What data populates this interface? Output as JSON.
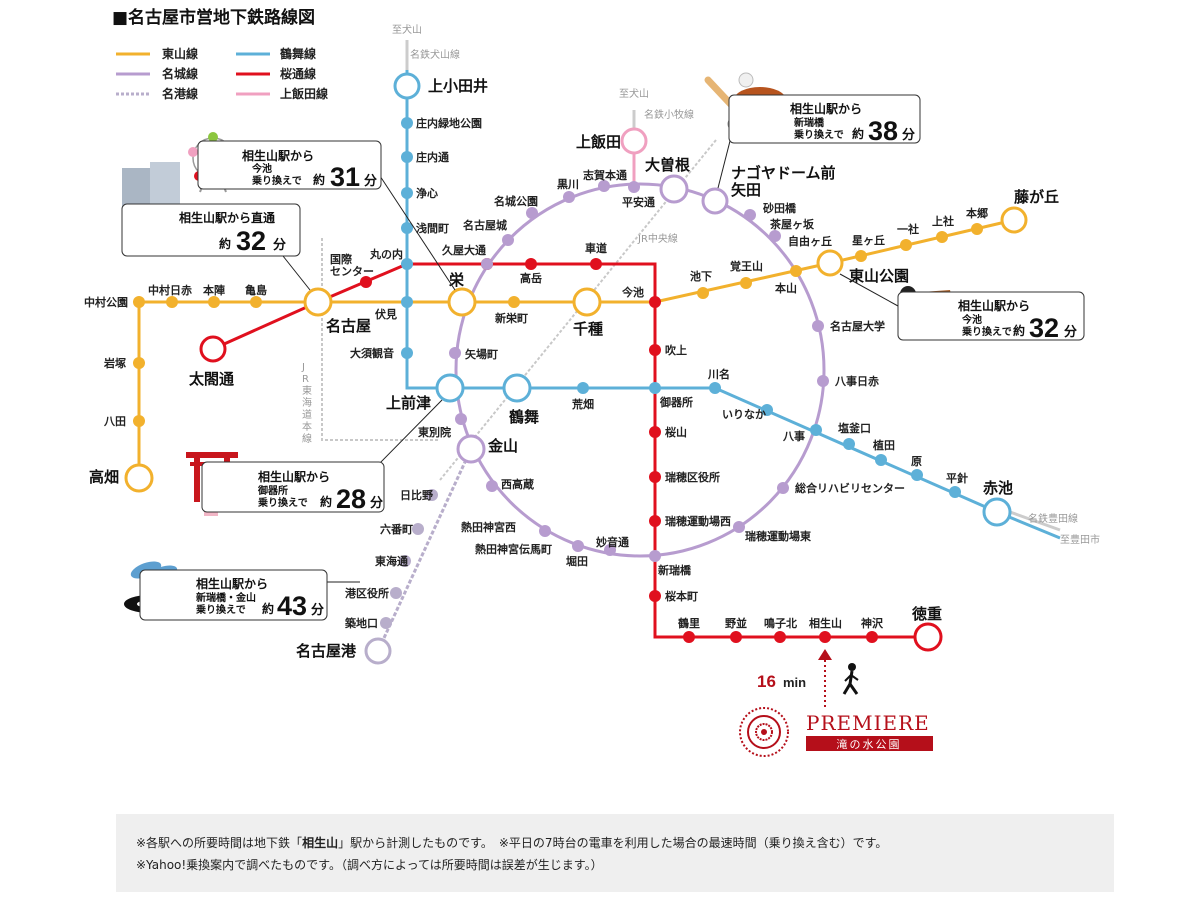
{
  "title": "■名古屋市営地下鉄路線図",
  "colors": {
    "higashiyama": "#f2b12d",
    "meijo": "#b79ccf",
    "meiko": "#b8aecb",
    "tsurumai": "#5db0d8",
    "sakuradori": "#e0101e",
    "kamiiida": "#f0a0c0"
  },
  "legend": [
    {
      "label": "東山線",
      "color": "#f2b12d",
      "style": "solid"
    },
    {
      "label": "鶴舞線",
      "color": "#5db0d8",
      "style": "solid"
    },
    {
      "label": "名城線",
      "color": "#b79ccf",
      "style": "solid"
    },
    {
      "label": "桜通線",
      "color": "#e0101e",
      "style": "solid"
    },
    {
      "label": "名港線",
      "color": "#b8aecb",
      "style": "dashed"
    },
    {
      "label": "上飯田線",
      "color": "#f0a0c0",
      "style": "solid"
    }
  ],
  "major_stations": {
    "kamiotai": "上小田井",
    "kamiiida": "上飯田",
    "ozone": "大曽根",
    "nagoyadome": "ナゴヤドーム前",
    "yada": "矢田",
    "fujigaoka": "藤が丘",
    "higashiyamakoen": "東山公園",
    "nagoya": "名古屋",
    "sakae": "栄",
    "chikusa": "千種",
    "taikodori": "太閤通",
    "kamimaezu": "上前津",
    "tsurumai": "鶴舞",
    "kanayama": "金山",
    "takabata": "高畑",
    "akaike": "赤池",
    "nagoyako": "名古屋港",
    "tokushige": "徳重"
  },
  "stations": {
    "shonairyokuchi": "庄内緑地公園",
    "shonaidori": "庄内通",
    "joshin": "浄心",
    "sengencho": "浅間町",
    "marunouchi": "丸の内",
    "kokusai": "国際\nセンター",
    "fushimi": "伏見",
    "osukannon": "大須観音",
    "nakamurakoen": "中村公園",
    "nakamuranisseki": "中村日赤",
    "honjin": "本陣",
    "kamejima": "亀島",
    "iwatsuka": "岩塚",
    "hatta": "八田",
    "shinsakaemachi": "新栄町",
    "imaike": "今池",
    "ikeshita": "池下",
    "kakuozan": "覚王山",
    "motoyama": "本山",
    "hoshigaoka": "星ヶ丘",
    "issha": "一社",
    "kamiyashiro": "上社",
    "hongo": "本郷",
    "hisayaodori": "久屋大通",
    "takaoka": "高岳",
    "kurumamichi": "車道",
    "shiyakusho": "名古屋城",
    "meijokoen": "名城公園",
    "kurokawa": "黒川",
    "shigahondori": "志賀本通",
    "heiandori": "平安通",
    "sunadabashi": "砂田橋",
    "chayagasaka": "茶屋ヶ坂",
    "jiyugaoka": "自由ヶ丘",
    "nagoyadaigaku": "名古屋大学",
    "yagotonisseki": "八事日赤",
    "yagoto": "八事",
    "sogorihabiri": "総合リハビリセンター",
    "mizuhoundojohigashi": "瑞穂運動場東",
    "aratama": "新瑞橋",
    "myoondori": "妙音通",
    "horita": "堀田",
    "denmacho": "熱田神宮伝馬町",
    "jingunishi": "熱田神宮西",
    "nishitakakura": "西高蔵",
    "yabacho": "矢場町",
    "higashibetsuin": "東別院",
    "fukiage": "吹上",
    "gokiso": "御器所",
    "sakurayama": "桜山",
    "mizuhokuyakusho": "瑞穂区役所",
    "mizuhoundojonishi": "瑞穂運動場西",
    "sakuramotomachi": "桜本町",
    "tsurusato": "鶴里",
    "nonami": "野並",
    "narukokita": "鳴子北",
    "aioiyama": "相生山",
    "kamisawa": "神沢",
    "arahata": "荒畑",
    "kawana": "川名",
    "irinaka": "いりなか",
    "shiogamaguchi": "塩釜口",
    "ueda": "植田",
    "hara": "原",
    "hirabari": "平針",
    "hibino": "日比野",
    "rokubancho": "六番町",
    "tokai": "東海通",
    "minatokuyakusho": "港区役所",
    "tsukijiguchi": "築地口"
  },
  "external": {
    "inuyama_top": "至犬山",
    "meitetsu_inuyama": "名鉄犬山線",
    "inuyama_komaki": "至犬山",
    "meitetsu_komaki": "名鉄小牧線",
    "jr_chuo": "JR中央線",
    "jr_tokaido": "JR東海道本線",
    "meitetsu_toyota": "名鉄豊田線",
    "toyotashi": "至豊田市"
  },
  "callouts": [
    {
      "from": "相生山駅から",
      "via1": "今池",
      "via2": "乗り換えで",
      "prefix": "約",
      "minutes": "31",
      "unit": "分"
    },
    {
      "from": "相生山駅から直通",
      "prefix": "約",
      "minutes": "32",
      "unit": "分"
    },
    {
      "from": "相生山駅から",
      "via1": "新瑞橋",
      "via2": "乗り換えで",
      "prefix": "約",
      "minutes": "38",
      "unit": "分"
    },
    {
      "from": "相生山駅から",
      "via1": "今池",
      "via2": "乗り換えで",
      "prefix": "約",
      "minutes": "32",
      "unit": "分"
    },
    {
      "from": "相生山駅から",
      "via1": "御器所",
      "via2": "乗り換えで",
      "prefix": "約",
      "minutes": "28",
      "unit": "分"
    },
    {
      "from": "相生山駅から",
      "via1": "新瑞橋・金山",
      "via2": "乗り換えで",
      "prefix": "約",
      "minutes": "43",
      "unit": "分"
    }
  ],
  "walk": {
    "minutes": "16",
    "unit": "min"
  },
  "premiere": {
    "name": "PREMIERE",
    "sub": "滝の水公園"
  },
  "notes": {
    "line1_pre": "※各駅への所要時間は地下鉄「",
    "line1_bold": "相生山",
    "line1_post": "」駅から計測したものです。　※平日の7時台の電車を利用した場合の最速時間（乗り換え含む）です。",
    "line2": "※Yahoo!乗換案内で調べたものです。（調べ方によっては所要時間は誤差が生じます。）"
  }
}
